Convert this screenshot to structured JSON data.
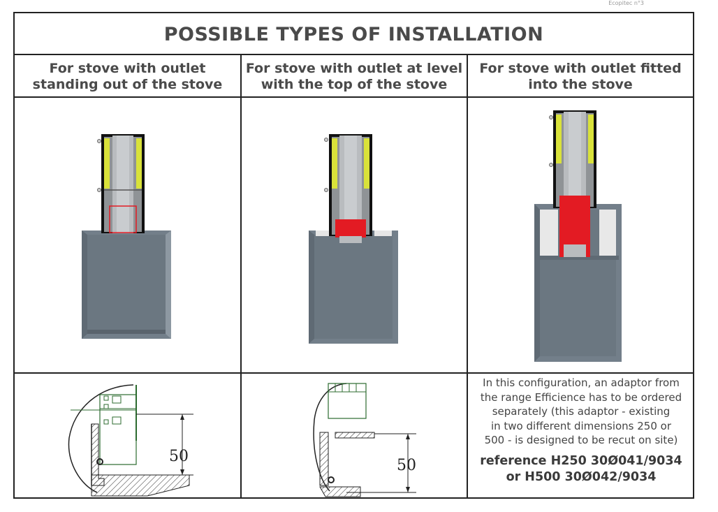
{
  "page": {
    "corner_text": "Ecopitec n°3",
    "title": "POSSIBLE TYPES OF INSTALLATION"
  },
  "columns": [
    {
      "header_line1": "For stove with outlet",
      "header_line2": "standing out of the stove"
    },
    {
      "header_line1": "For stove with outlet at level",
      "header_line2": "with the top of the stove"
    },
    {
      "header_line1": "For stove with outlet fitted",
      "header_line2": "into the stove"
    }
  ],
  "details": {
    "dimension_1": "50",
    "dimension_2": "50"
  },
  "note": {
    "lines": [
      "In this configuration, an adaptor from",
      "the range Efficience has to be ordered",
      "separately (this adaptor - existing",
      "in two different dimensions 250 or",
      "500 -  is designed to be recut on site)"
    ],
    "reference_line1": "reference H250 30Ø041/9034",
    "reference_line2": "or H500 30Ø042/9034"
  },
  "colors": {
    "stove": "#737f8a",
    "stove_dark": "#5f6a74",
    "pipe": "#b9bcbf",
    "yellow_insulation": "#d9e23a",
    "red_adaptor": "#e31b23",
    "outer_jacket": "#111111",
    "drawing_line": "#2c6b2f"
  }
}
